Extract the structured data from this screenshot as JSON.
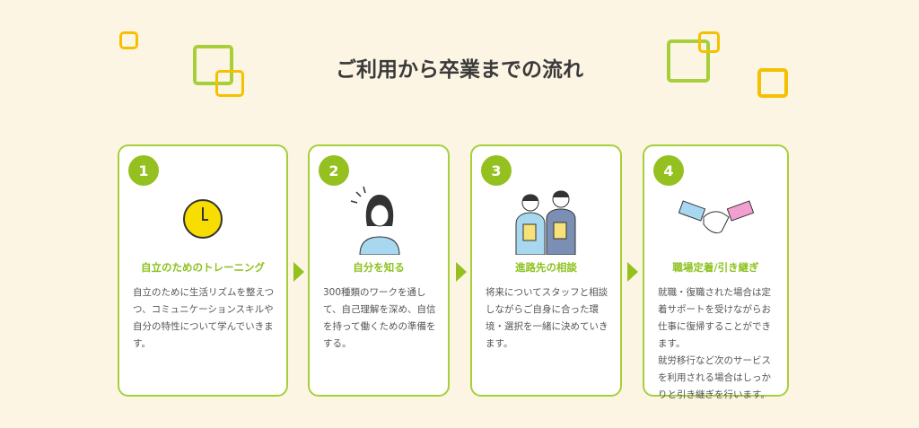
{
  "heading": "ご利用から卒業までの流れ",
  "colors": {
    "accent": "#94c11f",
    "yellow": "#f5c000",
    "bg": "#fdf5e3"
  },
  "steps": [
    {
      "number": "1",
      "title": "自立のためのトレーニング",
      "body": "自立のために生活リズムを整えつ\nつ、コミュニケーションスキルや\n自分の特性について学んでいきま\nす。",
      "icon": "clock-icon"
    },
    {
      "number": "2",
      "title": "自分を知る",
      "body": "300種類のワークを通し\nて、自己理解を深め、自信\nを持って働くための準備を\nする。",
      "icon": "person-thinking-icon"
    },
    {
      "number": "3",
      "title": "進路先の相談",
      "body": "将来についてスタッフと相談\nしながらご自身に合った環\n境・選択を一緒に決めていき\nます。",
      "icon": "staff-consultation-icon"
    },
    {
      "number": "4",
      "title": "職場定着/引き継ぎ",
      "body": "就職・復職された場合は定\n着サポートを受けながらお\n仕事に復帰することができ\nます。\n就労移行など次のサービス\nを利用される場合はしっか\nりと引き継ぎを行います。",
      "icon": "handshake-icon"
    }
  ]
}
